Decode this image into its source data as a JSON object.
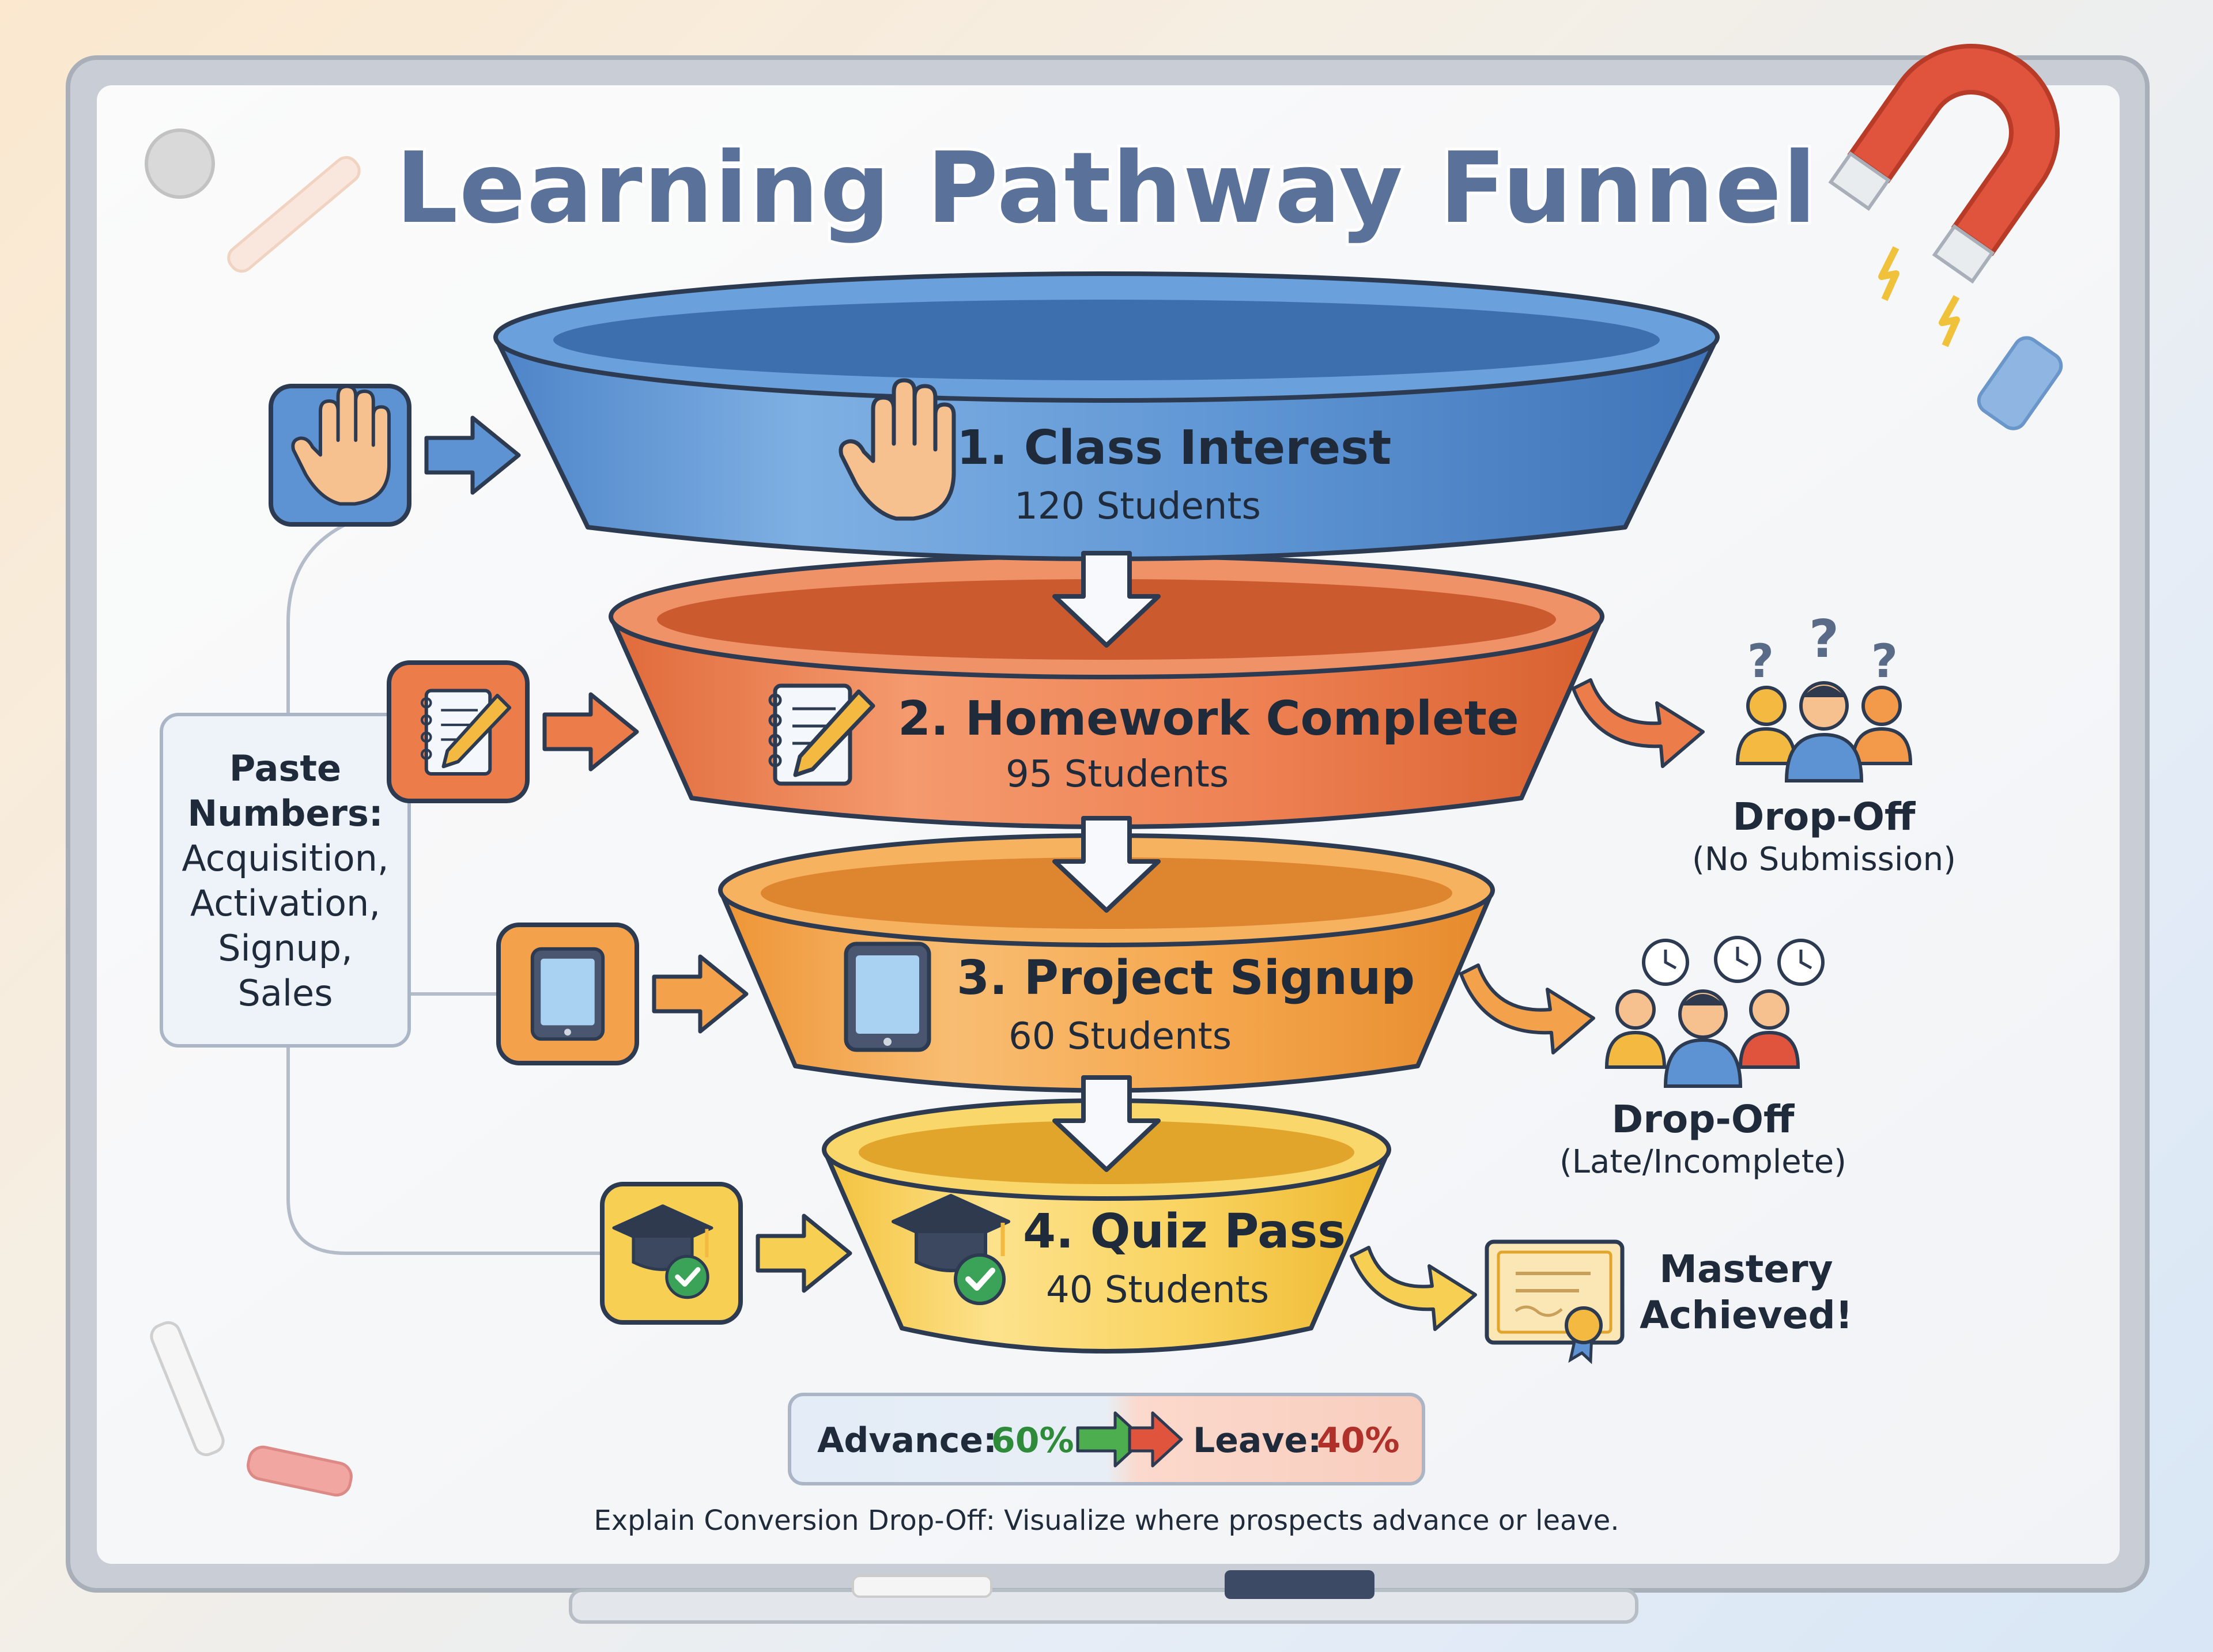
{
  "title": "Learning Pathway Funnel",
  "stages": [
    {
      "label": "1. Class Interest",
      "count": "120 Students",
      "value": 120,
      "icon": "raised-hand-icon",
      "color": "#5d93d2"
    },
    {
      "label": "2. Homework Complete",
      "count": "95 Students",
      "value": 95,
      "icon": "notebook-pencil-icon",
      "color": "#ec7d4b"
    },
    {
      "label": "3. Project Signup",
      "count": "60 Students",
      "value": 60,
      "icon": "tablet-icon",
      "color": "#f3a14a"
    },
    {
      "label": "4. Quiz Pass",
      "count": "40 Students",
      "value": 40,
      "icon": "graduation-cap-check-icon",
      "color": "#f7cf52"
    }
  ],
  "side_note": {
    "heading_line1": "Paste",
    "heading_line2": "Numbers:",
    "items": [
      "Acquisition,",
      "Activation,",
      "Signup,",
      "Sales"
    ]
  },
  "outcomes": [
    {
      "title": "Drop-Off",
      "subtitle": "(No Submission)",
      "icon": "confused-people-icon"
    },
    {
      "title": "Drop-Off",
      "subtitle": "(Late/Incomplete)",
      "icon": "clock-people-icon"
    },
    {
      "title_line1": "Mastery",
      "title_line2": "Achieved!",
      "icon": "certificate-icon"
    }
  ],
  "summary": {
    "advance_label": "Advance:",
    "advance_value": "60%",
    "leave_label": "Leave:",
    "leave_value": "40%",
    "advance_color": "#2e8b3a",
    "leave_color": "#b0302a"
  },
  "footer": "Explain Conversion Drop-Off: Visualize where prospects advance or leave."
}
